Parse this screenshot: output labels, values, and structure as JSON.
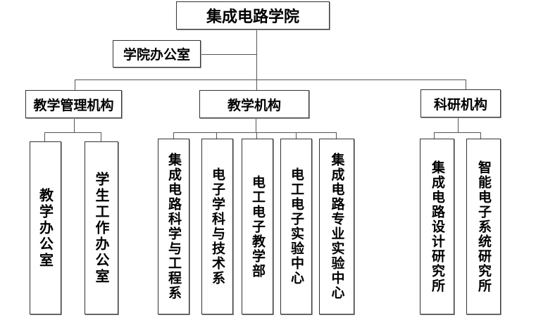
{
  "root": {
    "label": "集成电路学院"
  },
  "office": {
    "label": "学院办公室"
  },
  "branches": [
    {
      "label": "教学管理机构",
      "children": [
        "教学办公室",
        "学生工作办公室"
      ]
    },
    {
      "label": "教学机构",
      "children": [
        "集成电路科学与工程系",
        "电子学科与技术系",
        "电工电子教学部",
        "电工电子实验中心",
        "集成电路专业实验中心"
      ]
    },
    {
      "label": "科研机构",
      "children": [
        "集成电路设计研究所",
        "智能电子系统研究所"
      ]
    }
  ]
}
